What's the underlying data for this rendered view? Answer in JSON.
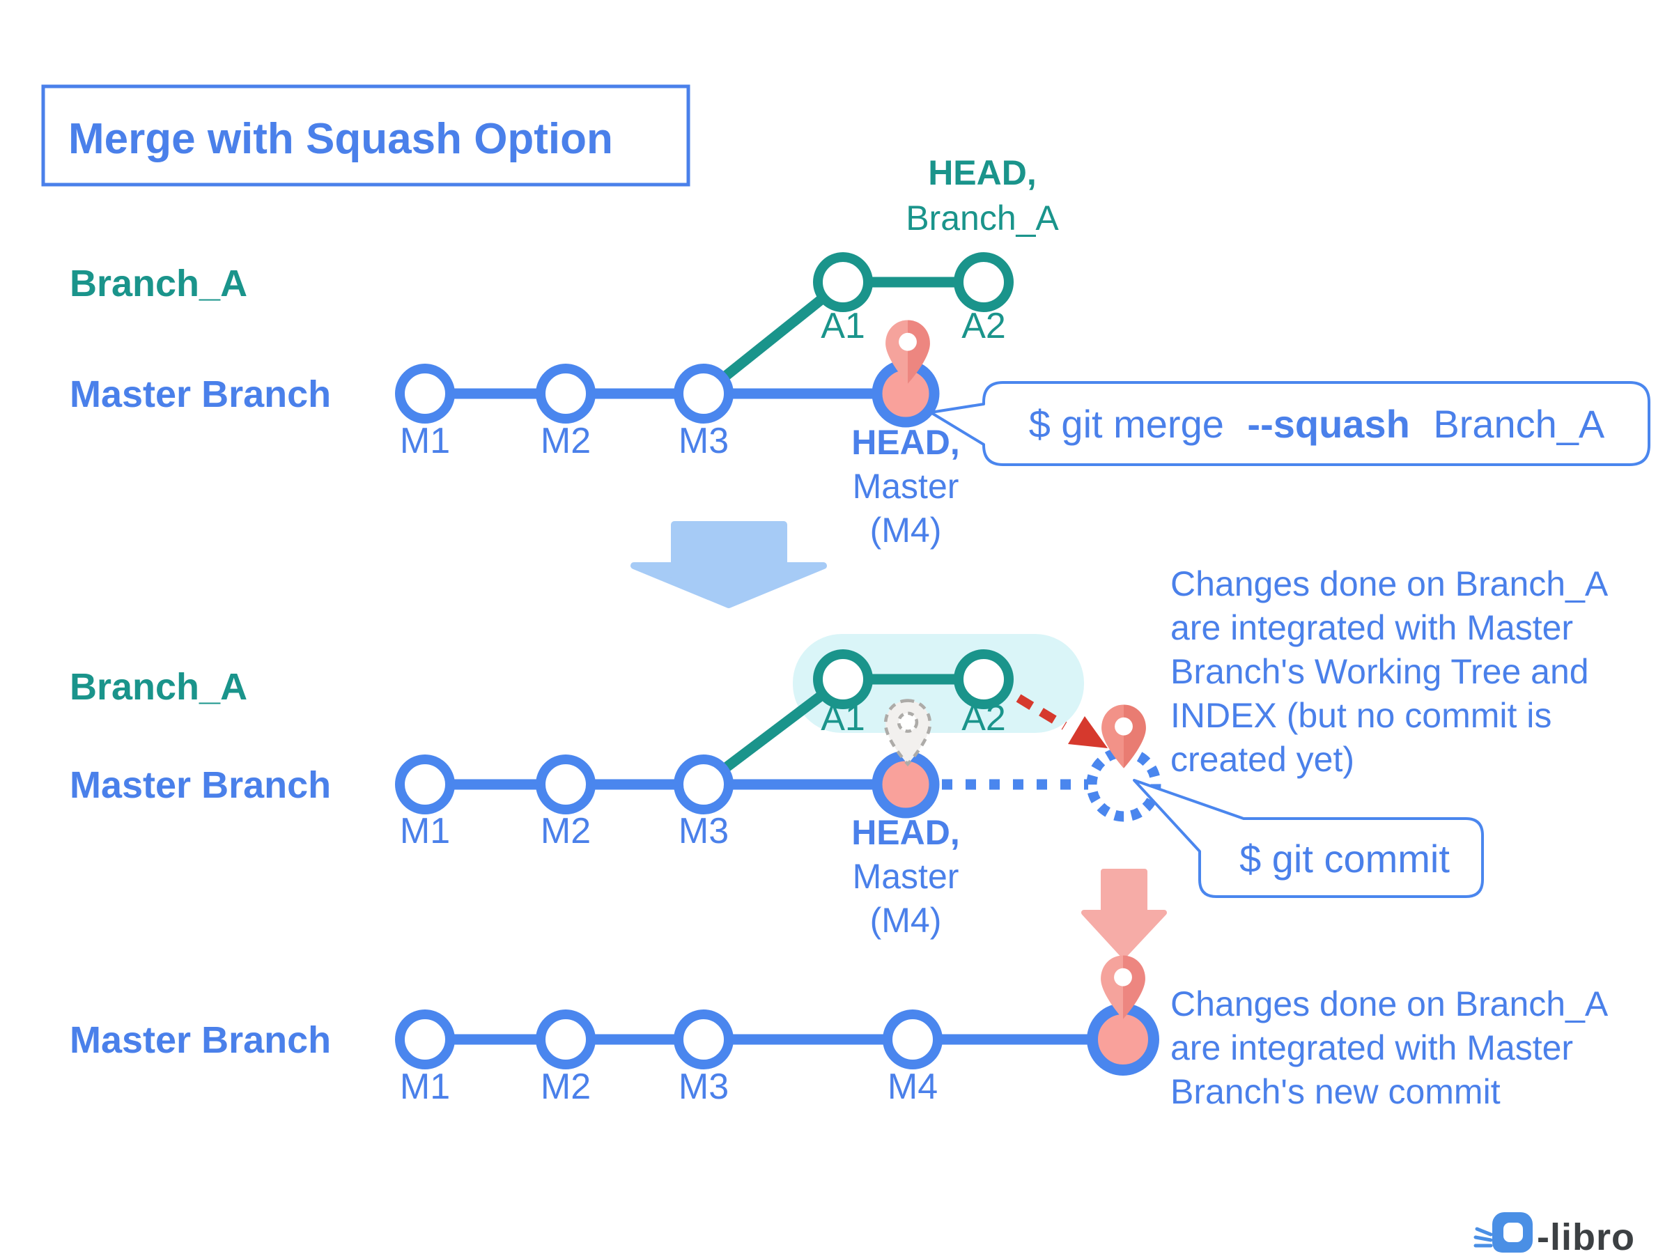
{
  "title": "Merge with Squash Option",
  "colors": {
    "blue": "#4a80ea",
    "blue_line": "#4a86ee",
    "teal": "#1a948b",
    "pink_commit": "#f9a19b",
    "pin_light": "#f5a39c",
    "pin_dark": "#ed8680",
    "red": "#d6392d",
    "cyan_highlight": "#daf5f8",
    "light_blue_arrow": "#a6cbf6",
    "pink_arrow": "#f6aca7",
    "logo_blue": "#4a8fe5",
    "logo_dark": "#3c4043"
  },
  "top_diagram": {
    "branch_a_label": "Branch_A",
    "master_label": "Master Branch",
    "branch_head": {
      "bold": "HEAD,",
      "name": "Branch_A"
    },
    "a_commits": [
      "A1",
      "A2"
    ],
    "m_commits": [
      "M1",
      "M2",
      "M3"
    ],
    "master_head": {
      "bold": "HEAD,",
      "line2": "Master",
      "line3": "(M4)"
    },
    "command": {
      "part1": "$ git merge",
      "flag": "--squash",
      "part2": "Branch_A"
    }
  },
  "middle_diagram": {
    "branch_a_label": "Branch_A",
    "master_label": "Master Branch",
    "a_commits": [
      "A1",
      "A2"
    ],
    "m_commits": [
      "M1",
      "M2",
      "M3"
    ],
    "master_head": {
      "bold": "HEAD,",
      "line2": "Master",
      "line3": "(M4)"
    },
    "annotation": [
      "Changes done on Branch_A",
      "are integrated with Master",
      "Branch's Working Tree and",
      "INDEX (but no commit is",
      "created yet)"
    ],
    "command": "$ git commit"
  },
  "bottom_diagram": {
    "master_label": "Master Branch",
    "m_commits": [
      "M1",
      "M2",
      "M3",
      "M4"
    ],
    "annotation": [
      "Changes done on Branch_A",
      "are integrated with Master",
      "Branch's new commit"
    ]
  },
  "logo": {
    "text": "-libro"
  }
}
